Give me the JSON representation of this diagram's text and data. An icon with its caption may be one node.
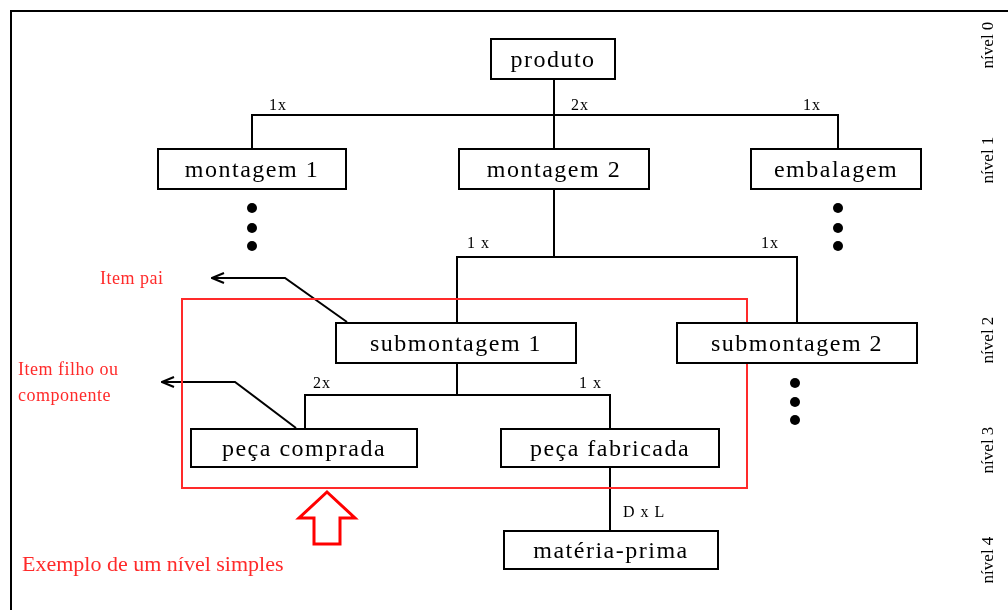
{
  "diagram": {
    "nodes": [
      {
        "text": [
          "produto"
        ]
      },
      {
        "text": [
          "montagem 1"
        ]
      },
      {
        "text": [
          "montagem 2"
        ]
      },
      {
        "text": [
          "embalagem"
        ]
      },
      {
        "text": [
          "Item pai"
        ]
      },
      {
        "text": [],
        "shape": "box"
      },
      {
        "text": [
          "submontagem 1"
        ],
        "in": 5
      },
      {
        "text": [
          "submontagem 2"
        ]
      },
      {
        "text": [
          "Item filho ou componente"
        ]
      },
      {
        "text": [
          "peça comprada"
        ],
        "in": 5
      },
      {
        "text": [
          "peça fabricada"
        ],
        "in": 5
      },
      {
        "text": [
          "matéria-prima"
        ]
      },
      {
        "text": [
          "Exemplo de um nível simples"
        ]
      }
    ],
    "edges": [
      {
        "from": 0,
        "to": 1,
        "arrow": "none",
        "label": "1x"
      },
      {
        "from": 0,
        "to": 2,
        "arrow": "none",
        "label": "2x"
      },
      {
        "from": 0,
        "to": 3,
        "arrow": "none",
        "label": "1x"
      },
      {
        "from": 2,
        "to": 6,
        "arrow": "none",
        "label": "1 x"
      },
      {
        "from": 2,
        "to": 7,
        "arrow": "none",
        "label": "1x"
      },
      {
        "from": 6,
        "to": 9,
        "arrow": "none",
        "label": "2x"
      },
      {
        "from": 6,
        "to": 10,
        "arrow": "none",
        "label": "1 x"
      },
      {
        "from": 10,
        "to": 11,
        "arrow": "none",
        "label": "D x L"
      },
      {
        "from": 6,
        "to": 4,
        "arrow": "to"
      },
      {
        "from": 9,
        "to": 8,
        "arrow": "to"
      },
      {
        "from": 12,
        "to": 5,
        "arrow": "to",
        "style": "thick",
        "color": "#ff0000"
      }
    ],
    "labels": [
      "nível 0",
      "nível 1",
      "nível 2",
      "nível 3",
      "nível 4"
    ]
  }
}
